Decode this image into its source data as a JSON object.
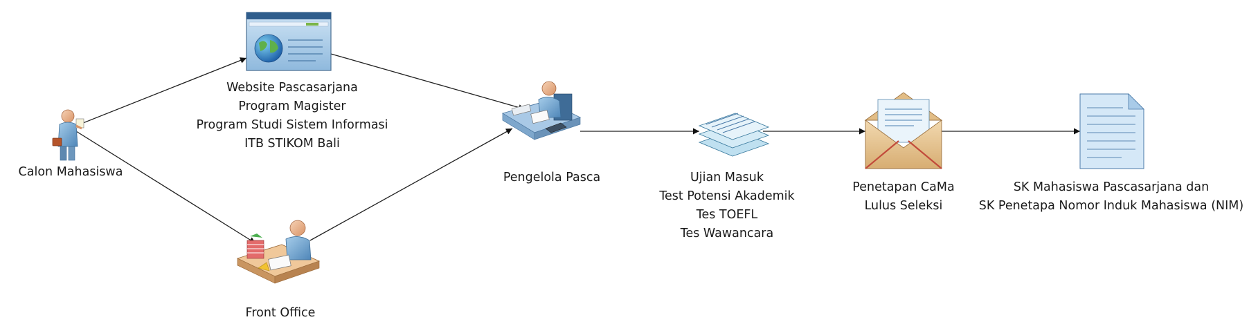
{
  "nodes": {
    "calon": {
      "lines": [
        "Calon Mahasiswa"
      ],
      "icon": "person-icon"
    },
    "website": {
      "lines": [
        "Website Pascasarjana",
        "Program Magister",
        "Program Studi Sistem Informasi",
        "ITB STIKOM Bali"
      ],
      "icon": "website-globe-icon"
    },
    "front": {
      "lines": [
        "Front Office"
      ],
      "icon": "front-office-desk-icon"
    },
    "pengelola": {
      "lines": [
        "Pengelola Pasca"
      ],
      "icon": "admin-desk-icon"
    },
    "ujian": {
      "lines": [
        "Ujian Masuk",
        "Test Potensi Akademik",
        "Tes TOEFL",
        "Tes Wawancara"
      ],
      "icon": "paper-stack-icon"
    },
    "penetapan": {
      "lines": [
        "Penetapan CaMa",
        "Lulus Seleksi"
      ],
      "icon": "envelope-letter-icon"
    },
    "sk": {
      "lines": [
        "SK Mahasiswa Pascasarjana dan",
        "SK Penetapa Nomor Induk Mahasiswa (NIM)"
      ],
      "icon": "document-icon"
    }
  },
  "edges": [
    [
      "calon",
      "website"
    ],
    [
      "calon",
      "front"
    ],
    [
      "website",
      "pengelola"
    ],
    [
      "front",
      "pengelola"
    ],
    [
      "pengelola",
      "ujian"
    ],
    [
      "ujian",
      "penetapan"
    ],
    [
      "penetapan",
      "sk"
    ]
  ]
}
